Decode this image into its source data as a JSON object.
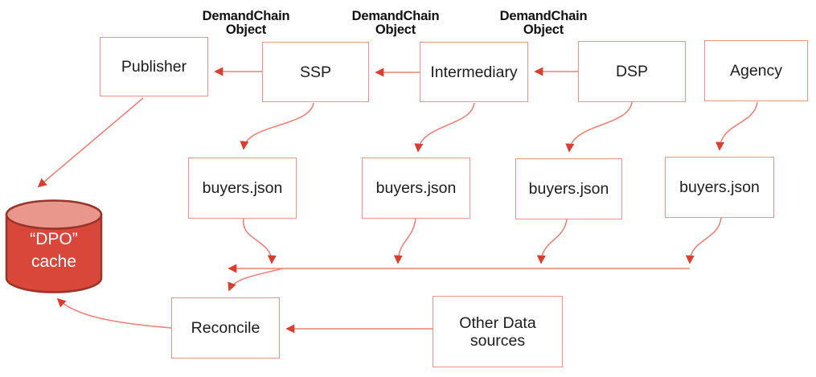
{
  "diagram": {
    "nodes": {
      "publisher": {
        "label": "Publisher"
      },
      "ssp": {
        "label": "SSP"
      },
      "intermediary": {
        "label": "Intermediary"
      },
      "dsp": {
        "label": "DSP"
      },
      "agency": {
        "label": "Agency"
      },
      "buyers_ssp": {
        "label": "buyers.json"
      },
      "buyers_intermediary": {
        "label": "buyers.json"
      },
      "buyers_dsp": {
        "label": "buyers.json"
      },
      "buyers_agency": {
        "label": "buyers.json"
      },
      "reconcile": {
        "label": "Reconcile"
      },
      "other_data_sources": {
        "label": "Other Data sources"
      },
      "dpo_cache": {
        "label_line1": "“DPO”",
        "label_line2": "cache"
      }
    },
    "annotations": {
      "demandchain_labels": [
        "DemandChain Object",
        "DemandChain Object",
        "DemandChain Object"
      ]
    },
    "colors": {
      "connector_line": "#ef8277",
      "arrowhead": "#d93f2e",
      "box_border": "#f0938a",
      "cylinder_body": "#d9473a",
      "cylinder_top": "#e9968d",
      "cylinder_outline": "#993428",
      "node_text": "#1c1c1c",
      "cylinder_text": "#ffffff"
    }
  }
}
